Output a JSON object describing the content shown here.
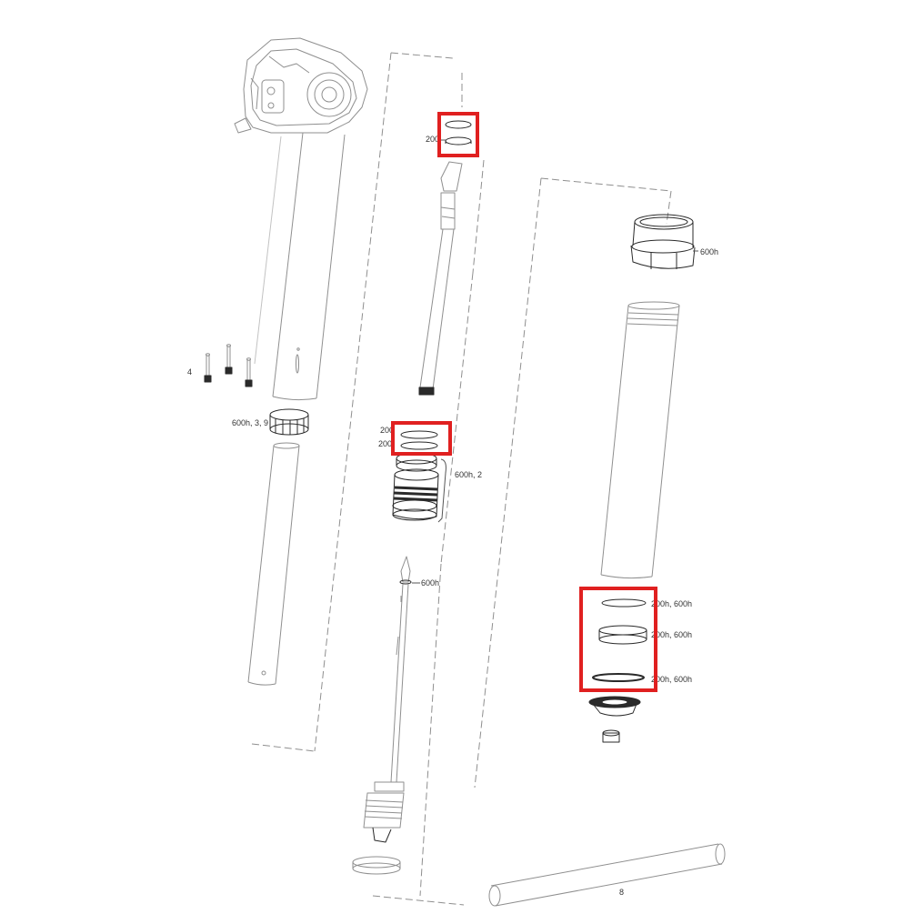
{
  "colors": {
    "line": "#8f8f8f",
    "dark": "#2a2a2a",
    "highlight": "#e02020",
    "label": "#333333"
  },
  "labels": {
    "pins": "4",
    "lower_collar": "600h, 3, 9",
    "top_rings": "200",
    "mid_ring_1": "200",
    "mid_ring_2": "200",
    "cartridge_group": "600h, 2",
    "rod_oring": "600h",
    "top_nut": "600h",
    "bottom_ring_1": "200h, 600h",
    "bottom_ring_2": "200h, 600h",
    "bottom_ring_3": "200h, 600h",
    "tool_tube": "8"
  },
  "highlights": [
    "top-seal-kit",
    "mid-seal-kit",
    "bottom-seal-kit"
  ]
}
